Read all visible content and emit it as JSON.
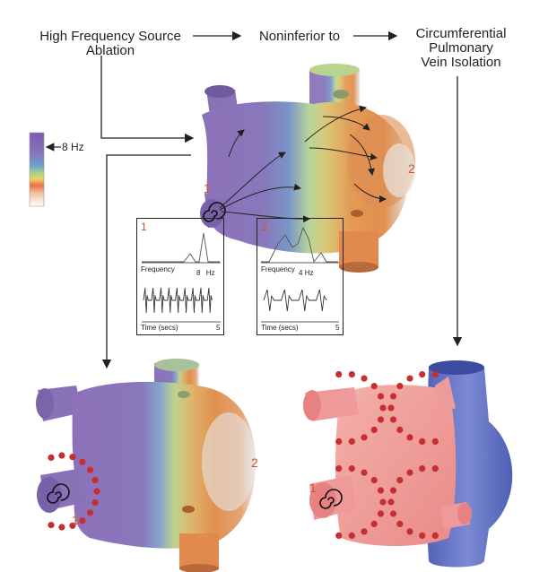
{
  "header": {
    "left_line1": "High Frequency Source",
    "left_line2": "Ablation",
    "middle": "Noninferior to",
    "right_line1": "Circumferential",
    "right_line2": "Pulmonary",
    "right_line3": "Vein Isolation"
  },
  "scale": {
    "label": "8 Hz"
  },
  "top_atrium": {
    "label_1": "1",
    "label_2": "2"
  },
  "panel_1": {
    "number": "1",
    "freq_label": "Frequency",
    "freq_value": "8",
    "freq_unit": "Hz",
    "time_label": "Time (secs)",
    "time_value": "5"
  },
  "panel_2": {
    "number": "2",
    "freq_label": "Frequency",
    "freq_value": "4",
    "freq_unit": "Hz",
    "time_label": "Time (secs)",
    "time_value": "5"
  },
  "bottom_left": {
    "label_1": "1",
    "label_2": "2"
  },
  "bottom_right": {
    "label_1": "1"
  },
  "colors": {
    "purple": "#8a73b8",
    "orange": "#e08a4e",
    "pink": "#ef9a9a",
    "blue": "#5e6fc0",
    "dot": "#c62f2f",
    "label": "#d0532a"
  }
}
